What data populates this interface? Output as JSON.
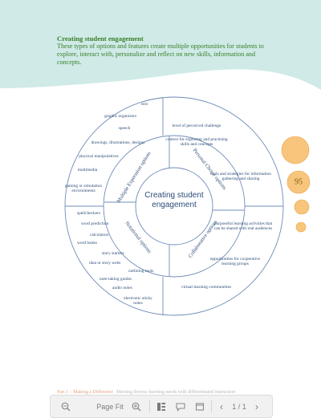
{
  "page": {
    "heading": "Creating student engagement",
    "intro": "These types of options and features create multiple opportunities for students to explore, interact with, personalize and reflect on new skills, information and concepts.",
    "page_number": "95"
  },
  "diagram": {
    "center": "Creating student engagement",
    "ring_labels": {
      "multiple_expression": "Multiple Expression options",
      "personal_choice": "Personal Choice options",
      "notational": "Notational options",
      "collaborative": "Collaborative options"
    },
    "multiple_expression_items": [
      "text",
      "graphic organizers",
      "speech",
      "drawings, illustrations, designs",
      "physical manipulatives",
      "multimedia",
      "gaming or simulation environments"
    ],
    "personal_choice_items": [
      "level of perceived challenge",
      "context for exploring and practising skills and concepts",
      "tools and strategies for information gathering and sharing"
    ],
    "notational_items": [
      "spellcheckers",
      "word prediction",
      "calculators",
      "word banks",
      "story starters",
      "idea or story webs",
      "outlining tools",
      "note-taking guides",
      "audio notes",
      "electronic sticky notes"
    ],
    "collaborative_items": [
      "purposeful learning activities that can be shared with real audiences",
      "opportunities for cooperative learning groups",
      "virtual learning communities"
    ]
  },
  "footer": {
    "left": "Part 1 – Making a Difference",
    "right": "Meeting diverse learning needs with differentiated instruction"
  },
  "viewer": {
    "zoom_label": "Page Fit",
    "page_indicator": "1 / 1"
  },
  "colors": {
    "heading": "#3a7f29",
    "diagram": "#2c4d78",
    "circle": "#6f8cb8",
    "teal": "#cfeae7",
    "orange": "#f7c57c"
  }
}
